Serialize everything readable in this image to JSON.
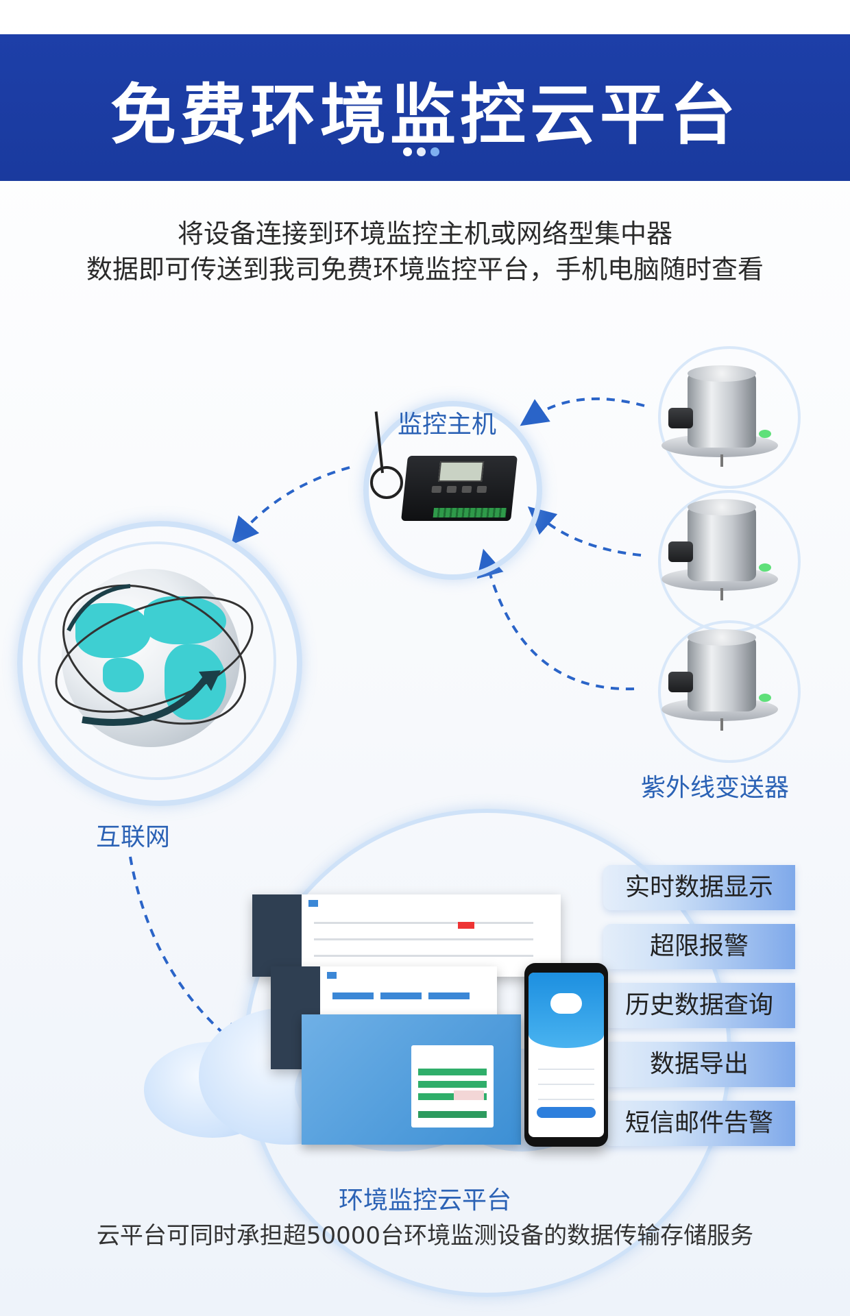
{
  "header": {
    "title": "免费环境监控云平台"
  },
  "intro": {
    "line1": "将设备连接到环境监控主机或网络型集中器",
    "line2": "数据即可传送到我司免费环境监控平台，手机电脑随时查看"
  },
  "diagram": {
    "host_label": "监控主机",
    "sensor_label": "紫外线变送器",
    "internet_label": "互联网",
    "platform_label": "环境监控云平台",
    "platform_desc": "云平台可同时承担超50000台环境监测设备的数据传输存储服务"
  },
  "features": [
    {
      "label": "实时数据显示"
    },
    {
      "label": "超限报警"
    },
    {
      "label": "历史数据查询"
    },
    {
      "label": "数据导出"
    },
    {
      "label": "短信邮件告警"
    }
  ],
  "colors": {
    "banner": "#1d3fa8",
    "accent": "#2b62b5",
    "arrow": "#2a64c8",
    "ring": "#cfe2f8"
  }
}
